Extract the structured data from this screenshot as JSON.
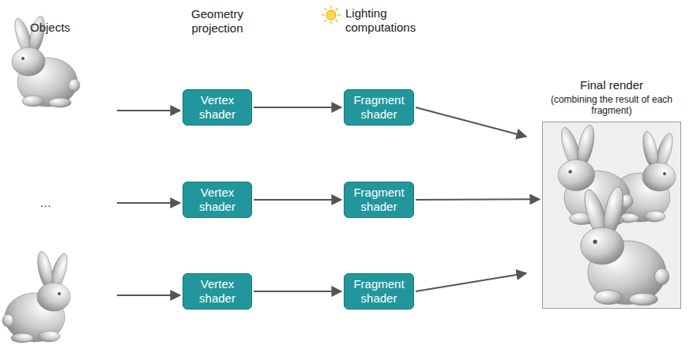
{
  "diagram": {
    "nodes": [
      {
        "text": [
          "Vertex shader"
        ]
      },
      {
        "text": [
          "Fragment shader"
        ]
      },
      {
        "text": [
          "Vertex shader"
        ]
      },
      {
        "text": [
          "Fragment shader"
        ]
      },
      {
        "text": [
          "Vertex shader"
        ]
      },
      {
        "text": [
          "Fragment shader"
        ]
      },
      {
        "text": [
          "Final render",
          "(combining the result of each fragment)"
        ]
      }
    ],
    "edges": [
      {
        "from": 0,
        "to": 1,
        "arrow": "to"
      },
      {
        "from": 2,
        "to": 3,
        "arrow": "to"
      },
      {
        "from": 4,
        "to": 5,
        "arrow": "to"
      },
      {
        "from": 1,
        "to": 6,
        "arrow": "to"
      },
      {
        "from": 3,
        "to": 6,
        "arrow": "to"
      },
      {
        "from": 5,
        "to": 6,
        "arrow": "to"
      }
    ],
    "labels": [
      "Objects",
      "Geometry projection",
      "Lighting computations",
      "…"
    ]
  }
}
